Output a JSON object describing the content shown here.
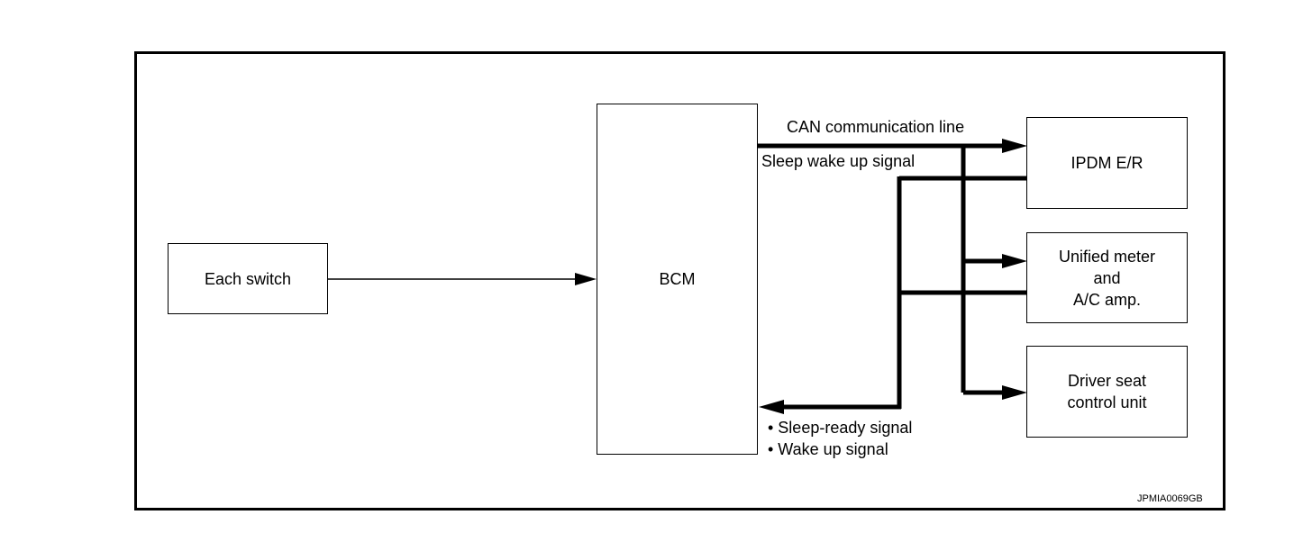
{
  "blocks": {
    "each_switch": "Each switch",
    "bcm": "BCM",
    "ipdm": "IPDM E/R",
    "unified_meter": "Unified meter\nand\nA/C amp.",
    "driver_seat": "Driver seat\ncontrol unit"
  },
  "labels": {
    "can_line": "CAN communication line",
    "sleep_wake": "Sleep wake up signal",
    "sleep_ready": "• Sleep-ready signal",
    "wake_up": "• Wake up signal"
  },
  "figure_code": "JPMIA0069GB"
}
